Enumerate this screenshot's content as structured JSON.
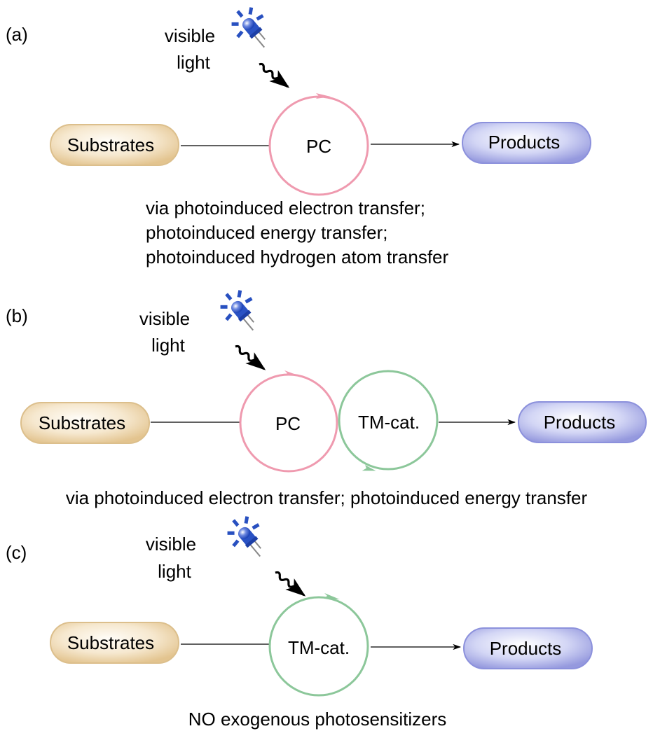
{
  "colors": {
    "photocatalyst_cycle": "#ef9aaf",
    "tm_catalyst_cycle": "#8cc79a",
    "substrates_fill": "#efd9b0",
    "substrates_edge": "#d9b77e",
    "products_fill": "#c5c9f0",
    "products_edge": "#8c91dc",
    "led_blue": "#2850c0",
    "connector": "#000000"
  },
  "panels": [
    {
      "label": "(a)",
      "light_label_1": "visible",
      "light_label_2": "light",
      "light_icon": "blue-led-icon",
      "substrates": "Substrates",
      "products": "Products",
      "cycles": [
        {
          "label": "PC",
          "type": "photocatalyst"
        }
      ],
      "caption_lines": [
        "via photoinduced electron transfer;",
        "photoinduced energy transfer;",
        "photoinduced hydrogen atom transfer"
      ]
    },
    {
      "label": "(b)",
      "light_label_1": "visible",
      "light_label_2": "light",
      "light_icon": "blue-led-icon",
      "substrates": "Substrates",
      "products": "Products",
      "cycles": [
        {
          "label": "PC",
          "type": "photocatalyst"
        },
        {
          "label": "TM-cat.",
          "type": "transition-metal-catalyst"
        }
      ],
      "caption_lines": [
        "via photoinduced electron transfer; photoinduced energy transfer"
      ]
    },
    {
      "label": "(c)",
      "light_label_1": "visible",
      "light_label_2": "light",
      "light_icon": "blue-led-icon",
      "substrates": "Substrates",
      "products": "Products",
      "cycles": [
        {
          "label": "TM-cat.",
          "type": "transition-metal-catalyst"
        }
      ],
      "caption_lines": [
        "NO exogenous photosensitizers"
      ]
    }
  ]
}
